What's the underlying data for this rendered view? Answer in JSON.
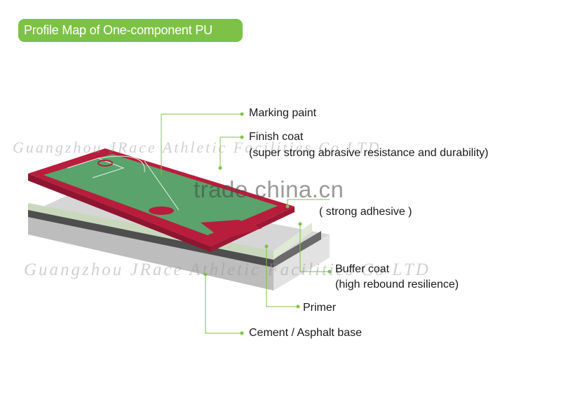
{
  "title": "Profile Map of One-component PU",
  "labels": {
    "marking_paint": "Marking paint",
    "finish_coat": "Finish coat",
    "finish_coat_desc": "(super strong abrasive resistance and durability)",
    "adhesive_desc": "( strong adhesive )",
    "buffer_coat": "Buffer coat",
    "buffer_coat_desc": "(high rebound resilience)",
    "primer": "Primer",
    "base": "Cement / Asphalt base"
  },
  "watermarks": {
    "top": "Guangzhou JRace Athletic Facilities Co LTD",
    "bottom": "Guangzhou JRace Athletic Facilities Co LTD",
    "trade": "trade.china.cn"
  },
  "colors": {
    "accent_green": "#7dc246",
    "court_red": "#b81d3c",
    "court_green": "#5aa36c",
    "buffer_layer": "#d3e0c8",
    "primer_layer": "#555555",
    "base_layer": "#c8c8c8"
  }
}
